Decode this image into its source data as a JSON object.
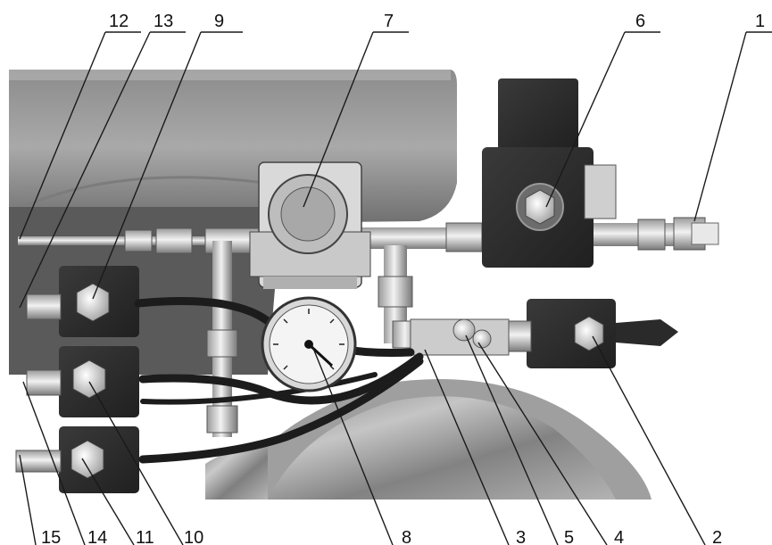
{
  "figure": {
    "top_labels": [
      "12",
      "13",
      "9",
      "7",
      "6",
      "1"
    ],
    "bottom_labels": [
      "15",
      "14",
      "11",
      "10",
      "8",
      "3",
      "5",
      "4",
      "2"
    ]
  },
  "colors": {
    "background": "#ffffff",
    "label": "#111111",
    "leader": "#1a1a1a"
  }
}
